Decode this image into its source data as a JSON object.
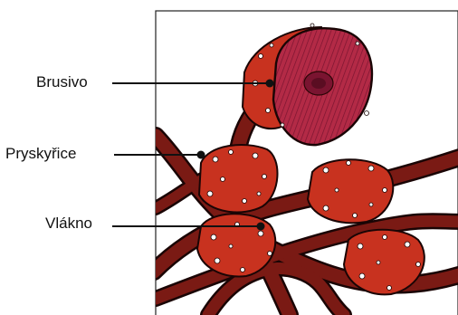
{
  "diagram": {
    "labels": {
      "abrasive": "Brusivo",
      "resin": "Pryskyřice",
      "fiber": "Vlákno"
    },
    "colors": {
      "fiber": "#7a1a14",
      "resin": "#c8321f",
      "abrasive": "#a8233a",
      "outline": "#1a0505",
      "spots": "#ffffff",
      "leader": "#111111"
    }
  }
}
